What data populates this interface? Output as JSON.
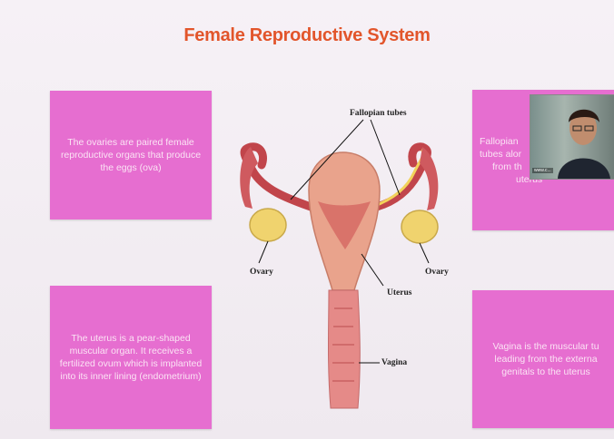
{
  "slide": {
    "title": "Female Reproductive System",
    "boxes": {
      "ovaries": "The ovaries are paired female reproductive organs that produce the eggs (ova)",
      "fallopian_lines": [
        "Fallopian",
        "tubes alor",
        "from th",
        "uterus"
      ],
      "uterus": "The uterus is a pear-shaped muscular organ. It receives a fertilized ovum which is implanted into its inner lining (endometrium)",
      "vagina": "Vagina is the muscular tu leading from the externa genitals to the uterus"
    },
    "diagram_labels": {
      "fallopian_tubes": "Fallopian tubes",
      "ovary_left": "Ovary",
      "ovary_right": "Ovary",
      "uterus": "Uterus",
      "vagina": "Vagina"
    }
  },
  "colors": {
    "title": "#e2552b",
    "box": "#e66ed0",
    "tissue": "#e8a08a"
  },
  "video_overlay": {
    "name": "www.c..."
  }
}
